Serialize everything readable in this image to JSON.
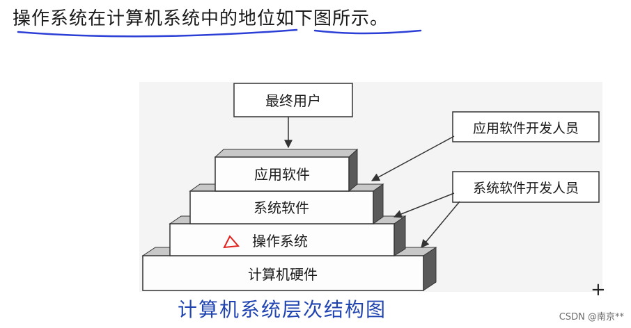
{
  "heading": {
    "text": "操作系统在计算机系统中的地位如下图所示。"
  },
  "diagram": {
    "top_box": "最终用户",
    "layers": [
      "应用软件",
      "系统软件",
      "操作系统",
      "计算机硬件"
    ],
    "callouts": [
      "应用软件开发人员",
      "系统软件开发人员"
    ],
    "caption": "计算机系统层次结构图",
    "mark_color": "#e0201c",
    "caption_color": "#2044b0",
    "underline_color": "#2b3fd6"
  },
  "overlay": {
    "plus_symbol": "+",
    "watermark": "CSDN @南京**"
  }
}
